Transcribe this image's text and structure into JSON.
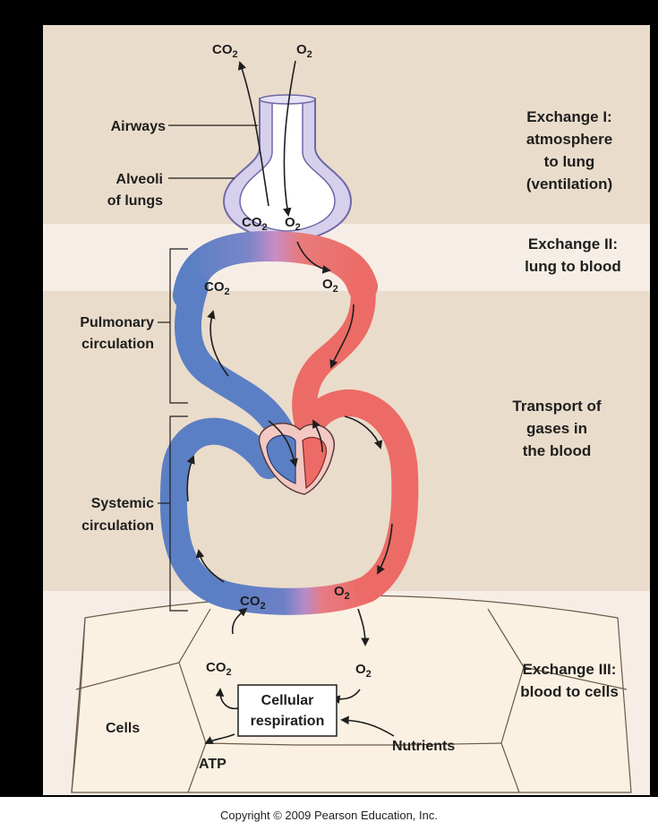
{
  "diagram": {
    "labels": {
      "airways": "Airways",
      "alveoli_line1": "Alveoli",
      "alveoli_line2": "of lungs",
      "pulmonary_line1": "Pulmonary",
      "pulmonary_line2": "circulation",
      "systemic_line1": "Systemic",
      "systemic_line2": "circulation",
      "cells": "Cells",
      "cellular_line1": "Cellular",
      "cellular_line2": "respiration",
      "nutrients": "Nutrients",
      "atp": "ATP"
    },
    "stages": {
      "exchange1_line1": "Exchange I:",
      "exchange1_line2": "atmosphere",
      "exchange1_line3": "to lung",
      "exchange1_line4": "(ventilation)",
      "exchange2_line1": "Exchange II:",
      "exchange2_line2": "lung to blood",
      "transport_line1": "Transport of",
      "transport_line2": "gases in",
      "transport_line3": "the blood",
      "exchange3_line1": "Exchange III:",
      "exchange3_line2": "blood to cells"
    },
    "gases": {
      "co2_base": "CO",
      "co2_sub": "2",
      "o2_base": "O",
      "o2_sub": "2"
    },
    "colors": {
      "deoxygenated": "#5b7fc4",
      "oxygenated": "#ec6b66",
      "mixed": "#c98cc6",
      "lung": "#d6d0ec",
      "band_dark": "#eadccb",
      "band_light": "#f6eee6",
      "cells_fill": "#fbf1e2"
    }
  },
  "footer": {
    "copyright": "Copyright © 2009 Pearson Education, Inc."
  }
}
